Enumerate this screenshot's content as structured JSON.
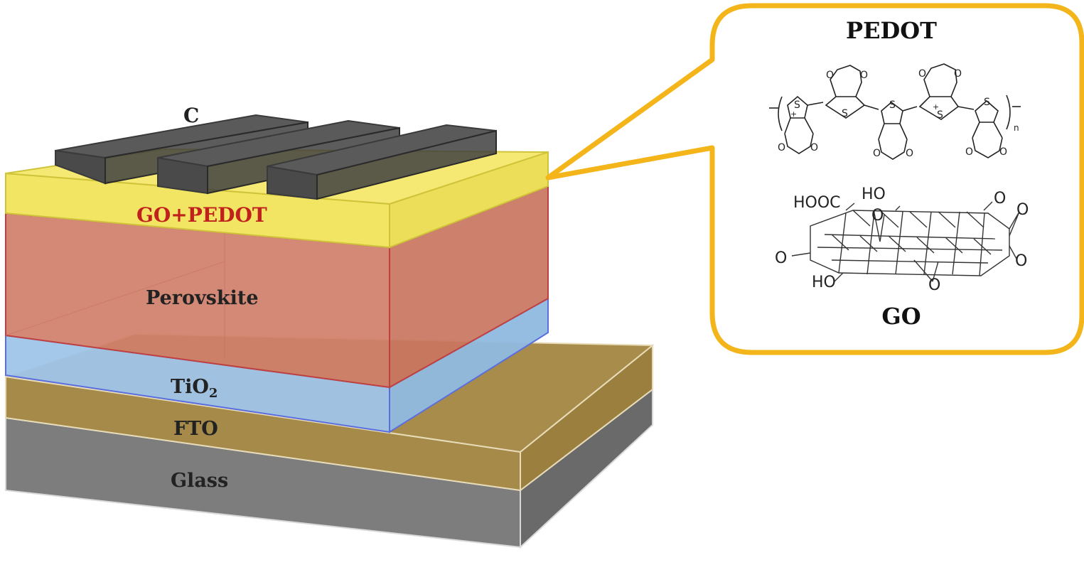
{
  "device": {
    "electrode_label": "C",
    "hole_transport_label": "GO+PEDOT",
    "absorber_label": "Perovskite",
    "etl_label_main": "TiO",
    "etl_label_sub": "2",
    "tco_label": "FTO",
    "substrate_label": "Glass"
  },
  "callout": {
    "pedot_title": "PEDOT",
    "go_title": "GO",
    "pedot_atoms": {
      "sulfur": "S",
      "oxygen": "O",
      "plus": "+",
      "repeat_n": "n"
    },
    "go_groups": {
      "cooh": "HOOC",
      "oh_top": "HO",
      "oh_bottom": "HO",
      "o": "O"
    }
  },
  "colors": {
    "glass": "#7a7a7a",
    "fto": "#a58a49",
    "tio2": "#9ec3e6",
    "perovskite": "#d07f6a",
    "go_pedot": "#f1e45c",
    "carbon": "#4a4a4a",
    "callout_border": "#f3b519",
    "go_pedot_text": "#c0211d"
  }
}
